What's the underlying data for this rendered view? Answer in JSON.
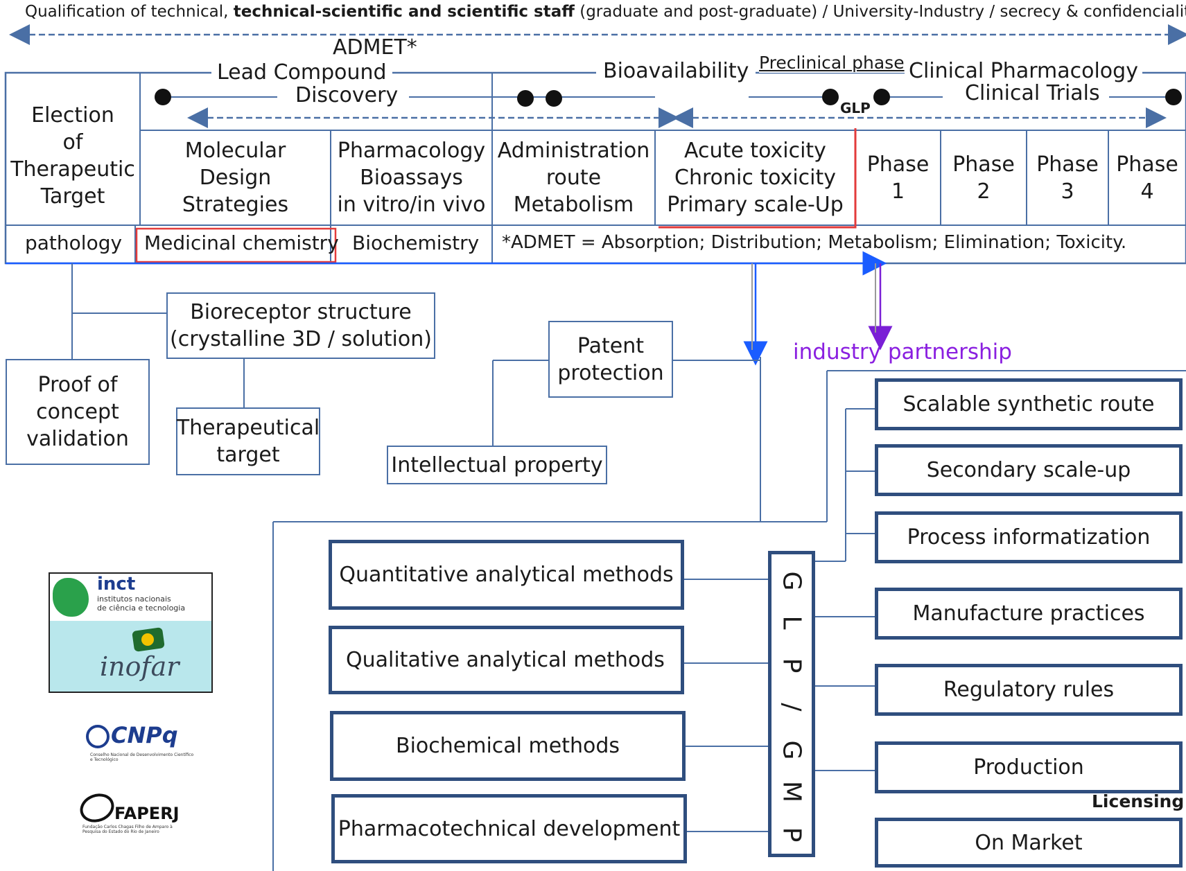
{
  "header": {
    "part1": "Qualification of technical, ",
    "part2": "technical-scientific and scientific staff",
    "part3": " (graduate and post-graduate) / University-Industry / secrecy & confidenciality"
  },
  "timeline": {
    "admet": "ADMET*",
    "lead_compound": "Lead Compound",
    "discovery": "Discovery",
    "bioavailability": "Bioavailability",
    "preclinical": "Preclinical phase",
    "clinical_pharmacology": "Clinical Pharmacology",
    "clinical_trials": "Clinical Trials",
    "glp": "GLP"
  },
  "table": {
    "election": "Election\nof\nTherapeutic\nTarget",
    "molecular": "Molecular\nDesign\nStrategies",
    "pharmacology": "Pharmacology\nBioassays\nin vitro/in vivo",
    "administration": "Administration\nroute\nMetabolism",
    "toxicity": "Acute toxicity\nChronic toxicity\nPrimary scale-Up",
    "phase1": "Phase\n1",
    "phase2": "Phase\n2",
    "phase3": "Phase\n3",
    "phase4": "Phase\n4",
    "pathology": "pathology",
    "medicinal": "Medicinal chemistry",
    "biochemistry": "Biochemistry",
    "admet_note": "*ADMET = Absorption; Distribution; Metabolism; Elimination; Toxicity."
  },
  "boxes": {
    "bioreceptor": "Bioreceptor structure\n(crystalline 3D / solution)",
    "proof": "Proof of\nconcept\nvalidation",
    "therapeutical": "Therapeutical\ntarget",
    "patent": "Patent\nprotection",
    "intellectual": "Intellectual property",
    "industry": "industry partnership",
    "quantitative": "Quantitative analytical methods",
    "qualitative": "Qualitative analytical methods",
    "biochemical": "Biochemical methods",
    "pharmacotechnical": "Pharmacotechnical development",
    "scalable": "Scalable synthetic route",
    "secondary": "Secondary scale-up",
    "process": "Process informatization",
    "manufacture": "Manufacture practices",
    "regulatory": "Regulatory rules",
    "production": "Production",
    "licensing": "Licensing",
    "market": "On Market"
  },
  "glpgmp": [
    "G",
    "L",
    "P",
    "/",
    "G",
    "M",
    "P"
  ],
  "logos": {
    "inct_title": "inct",
    "inct_sub1": "institutos nacionais",
    "inct_sub2": "de ciência e tecnologia",
    "inofar": "inofar",
    "cnpq": "CNPq",
    "cnpq_sub": "Conselho Nacional de Desenvolvimento Científico e Tecnológico",
    "faperj": "FAPERJ",
    "faperj_sub": "Fundação Carlos Chagas Filho de Amparo à Pesquisa do Estado do Rio de Janeiro"
  },
  "colors": {
    "line": "#4a6fa5",
    "box_border": "#2f4e7e",
    "arrow_blue": "#1a5cff",
    "arrow_purple": "#7a1fd6",
    "industry_text": "#8a1fe0",
    "highlight_red": "#e33b3b"
  }
}
